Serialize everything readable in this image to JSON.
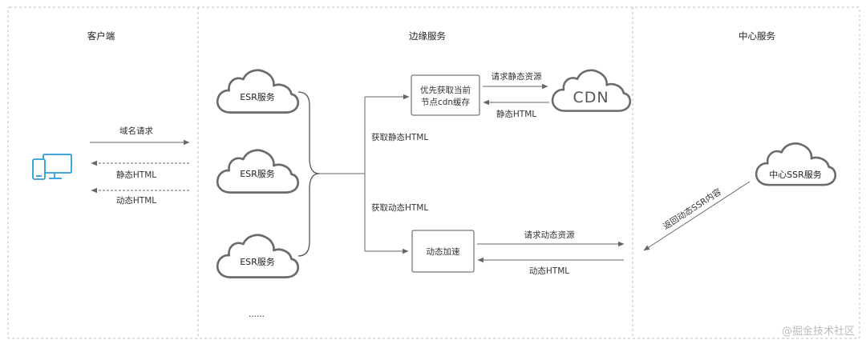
{
  "zones": {
    "client": "客户端",
    "edge": "边缘服务",
    "center": "中心服务"
  },
  "edge_clouds": [
    "ESR服务",
    "ESR服务",
    "ESR服务"
  ],
  "ellipsis": "......",
  "cdn": "CDN",
  "center_cloud": "中心SSR服务",
  "boxes": {
    "cache_line1": "优先获取当前",
    "cache_line2": "节点cdn缓存",
    "dynamic": "动态加速"
  },
  "labels": {
    "domain_request": "域名请求",
    "static_html_client": "静态HTML",
    "dynamic_html_client": "动态HTML",
    "get_static_html": "获取静态HTML",
    "get_dynamic_html": "获取动态HTML",
    "request_static_resource": "请求静态资源",
    "static_html_cdn": "静态HTML",
    "request_dynamic_resource": "请求动态资源",
    "dynamic_html_center": "动态HTML",
    "return_dynamic_ssr": "返回动态SSR内容"
  },
  "watermark": "@掘金技术社区",
  "colors": {
    "border": "#bdbdbd",
    "cloud_stroke": "#6b6b6b",
    "arrow": "#666666",
    "device": "#2b9bd8"
  },
  "icons": {
    "client_device": "desktop-and-phone-icon"
  }
}
